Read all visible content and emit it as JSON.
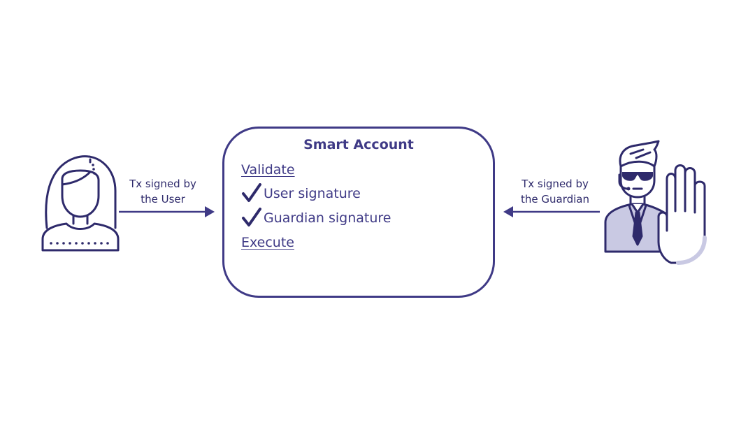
{
  "colors": {
    "stroke": "#2e2a6b",
    "accent": "#3f3a86",
    "fill_light": "#c9c9e3",
    "background": "#ffffff"
  },
  "smart_account": {
    "title": "Smart Account",
    "validate_label": "Validate",
    "checks": [
      "User signature",
      "Guardian signature"
    ],
    "execute_label": "Execute"
  },
  "user": {
    "icon": "user-woman-icon",
    "edge_label_line1": "Tx signed by",
    "edge_label_line2": "the User"
  },
  "guardian": {
    "icon": "guardian-stop-hand-icon",
    "edge_label_line1": "Tx signed by",
    "edge_label_line2": "the Guardian"
  }
}
